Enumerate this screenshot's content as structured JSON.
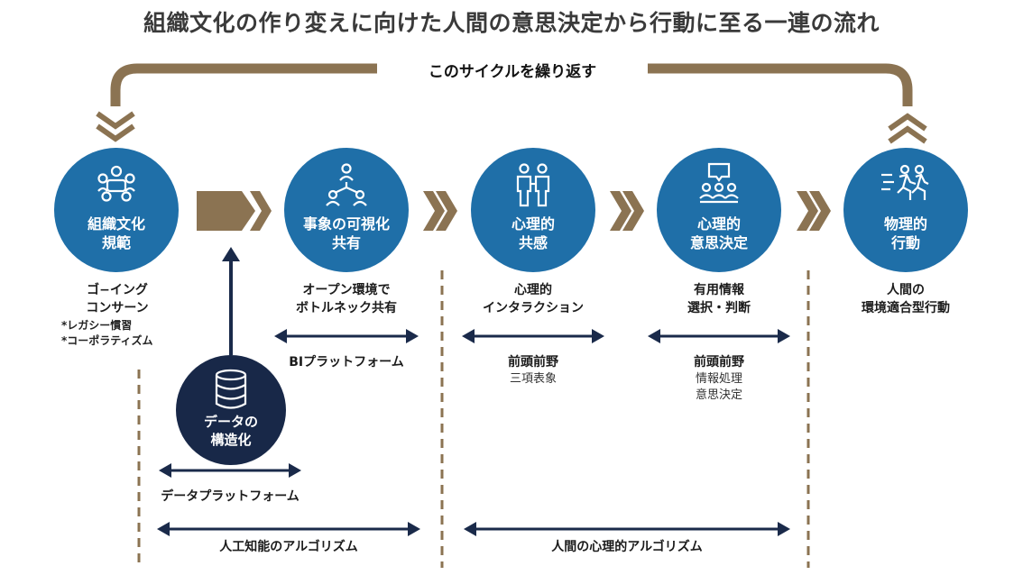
{
  "title": "組織文化の作り変えに向けた人間の意思決定から行動に至る一連の流れ",
  "cycle_label": "このサイクルを繰り返す",
  "colors": {
    "circle_blue": "#1f6fa8",
    "circle_navy": "#182848",
    "gold": "#8b7352",
    "arrow_navy": "#1a2a4a"
  },
  "nodes": [
    {
      "icon": "meeting-group-icon",
      "line1": "組織文化",
      "line2": "規範",
      "desc1": "ゴ−イング",
      "desc2": "コンサーン",
      "note1": "*レガシー慣習",
      "note2": "*コーポラティズム"
    },
    {
      "icon": "network-people-icon",
      "line1": "事象の可視化",
      "line2": "共有",
      "desc1": "オープン環境で",
      "desc2": "ボトルネック共有",
      "platform": "BIプラットフォーム"
    },
    {
      "icon": "two-people-icon",
      "line1": "心理的",
      "line2": "共感",
      "desc1": "心理的",
      "desc2": "インタラクション",
      "brain_title": "前頭前野",
      "brain_sub1": "三項表象"
    },
    {
      "icon": "discussion-icon",
      "line1": "心理的",
      "line2": "意思決定",
      "desc1": "有用情報",
      "desc2": "選択・判断",
      "brain_title": "前頭前野",
      "brain_sub1": "情報処理",
      "brain_sub2": "意思決定"
    },
    {
      "icon": "running-people-icon",
      "line1": "物理的",
      "line2": "行動",
      "desc1": "人間の",
      "desc2": "環境適合型行動"
    }
  ],
  "data_node": {
    "icon": "database-icon",
    "line1": "データの",
    "line2": "構造化",
    "platform": "データプラットフォーム"
  },
  "algorithms": {
    "ai": "人工知能のアルゴリズム",
    "human": "人間の心理的アルゴリズム"
  }
}
